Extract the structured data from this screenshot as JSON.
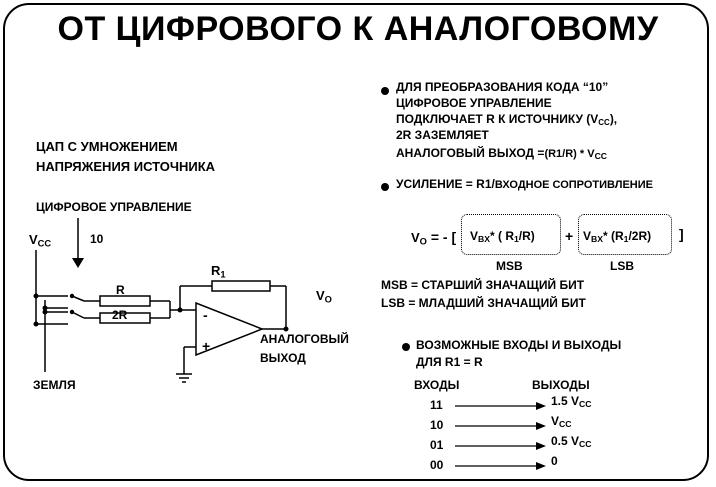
{
  "title": "ОТ ЦИФРОВОГО К АНАЛОГОВОМУ",
  "circuit": {
    "heading_line1": "ЦАП С УМНОЖЕНИЕМ",
    "heading_line2": "НАПРЯЖЕНИЯ ИСТОЧНИКА",
    "digital_control": "ЦИФРОВОЕ УПРАВЛЕНИЕ",
    "code": "10",
    "vcc_main": "V",
    "vcc_sub": "CC",
    "ground": "ЗЕМЛЯ",
    "r_label": "R",
    "r2_label": "2R",
    "r1_main": "R",
    "r1_sub": "1",
    "vo_main": "V",
    "vo_sub": "O",
    "minus": "-",
    "plus": "+",
    "analog_out_line1": "АНАЛОГОВЫЙ",
    "analog_out_line2": "ВЫХОД"
  },
  "bullets": {
    "b1_line1": "ДЛЯ ПРЕОБРАЗОВАНИЯ КОДА “10”",
    "b1_line2": "ЦИФРОВОЕ УПРАВЛЕНИЕ",
    "b1_line3": "ПОДКЛЮЧАЕТ R  К ИСТОЧНИКУ (V",
    "b1_line3_sub": "CC",
    "b1_line3_end": "),",
    "b1_line4": "2R ЗАЗЕМЛЯЕТ",
    "b1_line5": "АНАЛОГОВЫЙ ВЫХОД =",
    "b1_line5_formula": "(R1/R) * V",
    "b1_line5_sub": "CC",
    "b2_line1": "УСИЛЕНИЕ = R1/",
    "b2_line1_rest": "ВХОДНОЕ СОПРОТИВЛЕНИЕ"
  },
  "formula": {
    "lhs_main": "V",
    "lhs_sub": "O",
    "lhs_eq": " = - [",
    "term1_a": "V",
    "term1_sub": "BX",
    "term1_b": "* ( R",
    "term1_sub2": "1",
    "term1_c": "/R)",
    "plus": "+",
    "term2_a": "V",
    "term2_sub": "BX",
    "term2_b": "* (R",
    "term2_sub2": "1",
    "term2_c": "/2R)",
    "close": "]",
    "msb": "MSB",
    "lsb": "LSB",
    "msb_def": "MSB = СТАРШИЙ ЗНАЧАЩИЙ БИТ",
    "lsb_def": "LSB = МЛАДШИЙ ЗНАЧАЩИЙ БИТ"
  },
  "io": {
    "heading_line1": "ВОЗМОЖНЫЕ ВХОДЫ И ВЫХОДЫ",
    "heading_line2": "ДЛЯ R1 = R",
    "inputs_header": "ВХОДЫ",
    "outputs_header": "ВЫХОДЫ",
    "rows": [
      {
        "in": "11",
        "out_main": "1.5 V",
        "out_sub": "CC"
      },
      {
        "in": "10",
        "out_main": "V",
        "out_sub": "CC"
      },
      {
        "in": "01",
        "out_main": "0.5 V",
        "out_sub": "CC"
      },
      {
        "in": "00",
        "out_main": "0",
        "out_sub": ""
      }
    ]
  }
}
